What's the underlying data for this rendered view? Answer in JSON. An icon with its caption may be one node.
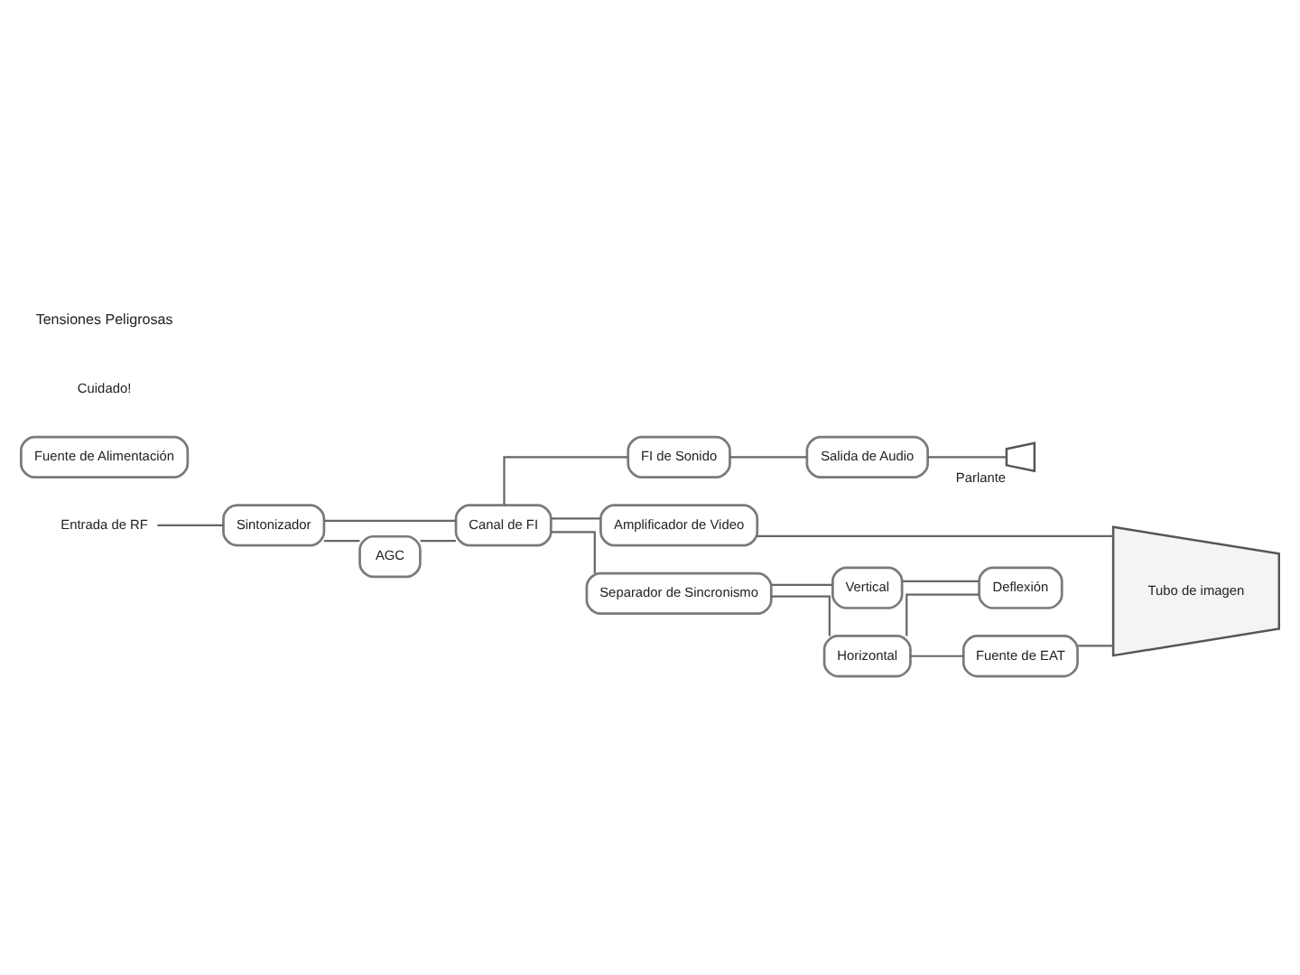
{
  "diagram": {
    "nodes": [
      {
        "text": [
          "Entrada de RF"
        ]
      },
      {
        "text": [
          "Sintonizador"
        ]
      },
      {
        "text": [
          "Canal de FI"
        ]
      },
      {
        "text": [
          "AGC"
        ]
      },
      {
        "text": [
          "FI de Sonido"
        ]
      },
      {
        "text": [
          "Salida de Audio"
        ]
      },
      {
        "text": [],
        "shape": "speaker",
        "beside": [
          "Parlante"
        ]
      },
      {
        "text": [
          "Amplificador de Video"
        ]
      },
      {
        "text": [
          "Tubo de imagen"
        ]
      },
      {
        "text": [
          "Deflexión"
        ]
      },
      {
        "text": [
          "Separador de Sincronismo"
        ]
      },
      {
        "text": [
          "Vertical"
        ]
      },
      {
        "text": [
          "Horizontal"
        ]
      },
      {
        "text": [
          "Fuente de EAT"
        ]
      },
      {
        "text": [
          "Fuente de Alimentación"
        ]
      }
    ],
    "edges": [
      {
        "from": 0,
        "to": 1,
        "arrow": "none"
      },
      {
        "from": 1,
        "to": 2,
        "arrow": "none"
      },
      {
        "from": 1,
        "to": 3,
        "arrow": "none"
      },
      {
        "from": 3,
        "to": 2,
        "arrow": "none"
      },
      {
        "from": 2,
        "to": 4,
        "arrow": "none"
      },
      {
        "from": 2,
        "to": 7,
        "arrow": "none"
      },
      {
        "from": 2,
        "to": 10,
        "arrow": "none"
      },
      {
        "from": 4,
        "to": 5,
        "arrow": "none"
      },
      {
        "from": 5,
        "to": 6,
        "arrow": "none"
      },
      {
        "from": 7,
        "to": 8,
        "arrow": "none"
      },
      {
        "from": 10,
        "to": 11,
        "arrow": "none"
      },
      {
        "from": 10,
        "to": 12,
        "arrow": "none"
      },
      {
        "from": 11,
        "to": 9,
        "arrow": "none"
      },
      {
        "from": 12,
        "to": 9,
        "arrow": "none"
      },
      {
        "from": 12,
        "to": 13,
        "arrow": "none"
      },
      {
        "from": 13,
        "to": 8,
        "arrow": "none"
      }
    ],
    "labels": [
      "Cuidado!",
      "Tensiones Peligrosas"
    ]
  }
}
